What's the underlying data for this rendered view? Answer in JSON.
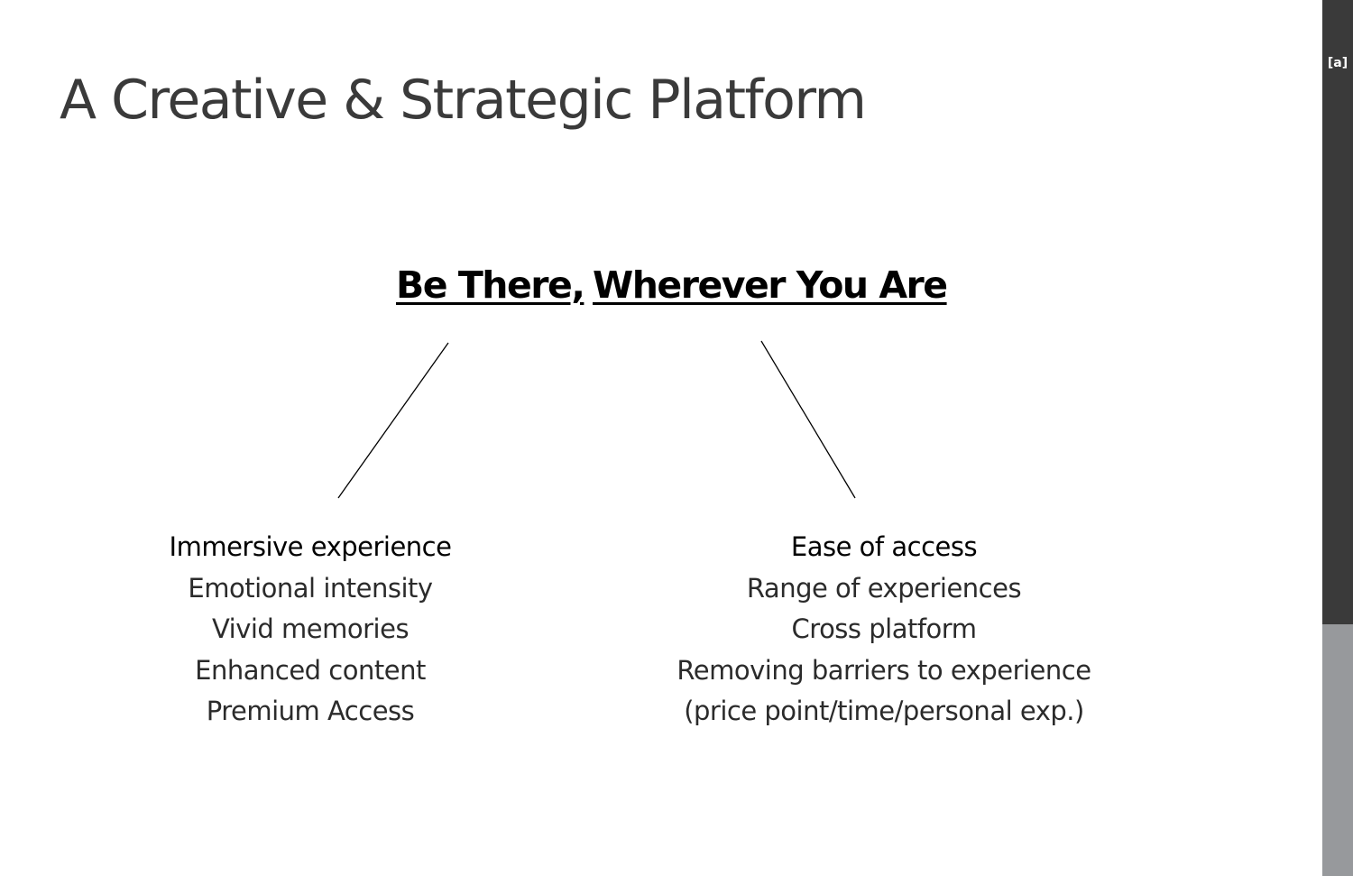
{
  "title": "A Creative & Strategic Platform",
  "headline": {
    "left": "Be There,",
    "right": "Wherever You Are"
  },
  "left_list": [
    "Immersive experience",
    "Emotional intensity",
    "Vivid memories",
    "Enhanced content",
    "Premium Access"
  ],
  "right_list": [
    "Ease of access",
    "Range of experiences",
    "Cross platform",
    "Removing barriers to experience",
    "(price point/time/personal exp.)"
  ],
  "logo": "[a]",
  "colors": {
    "title": "#3a3a3a",
    "text": "#2b2b2b",
    "sidebar_dark": "#3a3a3a",
    "sidebar_light": "#97999c"
  }
}
